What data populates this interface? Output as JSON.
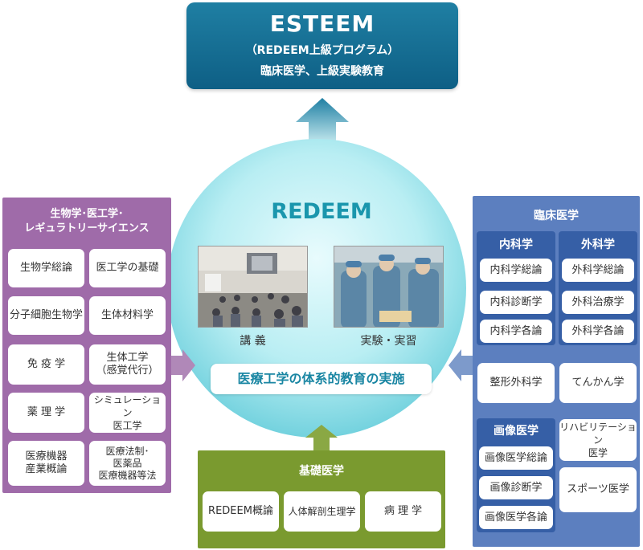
{
  "esteem": {
    "title": "ESTEEM",
    "subtitle": "（REDEEM上級プログラム）",
    "description": "臨床医学、上級実験教育"
  },
  "center": {
    "title": "REDEEM",
    "photo_lecture_caption": "講 義",
    "photo_lab_caption": "実験・実習",
    "slogan": "医療工学の体系的教育の実施"
  },
  "left": {
    "title_line1": "生物学･医工学･",
    "title_line2": "レギュラトリーサイエンス",
    "items": [
      "生物学総論",
      "医工学の基礎",
      "分子細胞生物学",
      "生体材料学",
      "免 疫 学",
      [
        "生体工学",
        "（感覚代行）"
      ],
      "薬 理 学",
      [
        "シミュレーション",
        "医工学"
      ],
      [
        "医療機器",
        "産業概論"
      ],
      [
        "医療法制･",
        "医薬品",
        "医療機器等法"
      ]
    ]
  },
  "right": {
    "title": "臨床医学",
    "internal": {
      "title": "内科学",
      "items": [
        "内科学総論",
        "内科診断学",
        "内科学各論"
      ]
    },
    "surgery": {
      "title": "外科学",
      "items": [
        "外科学総論",
        "外科治療学",
        "外科学各論"
      ]
    },
    "orthopedics": "整形外科学",
    "epilepsy": "てんかん学",
    "imaging": {
      "title": "画像医学",
      "items": [
        "画像医学総論",
        "画像診断学",
        "画像医学各論"
      ]
    },
    "rehab_line1": "リハビリテーション",
    "rehab_line2": "医学",
    "sports": "スポーツ医学"
  },
  "bottom": {
    "title": "基礎医学",
    "items": [
      "REDEEM概論",
      "人体解剖生理学",
      "病 理 学"
    ]
  },
  "colors": {
    "esteem": "#0e5f85",
    "left_panel": "#9f6ba9",
    "right_panel": "#5c7fbf",
    "right_subpanel": "#365fa6",
    "bottom_panel": "#7a9a2f",
    "accent_teal": "#1a96ad"
  }
}
